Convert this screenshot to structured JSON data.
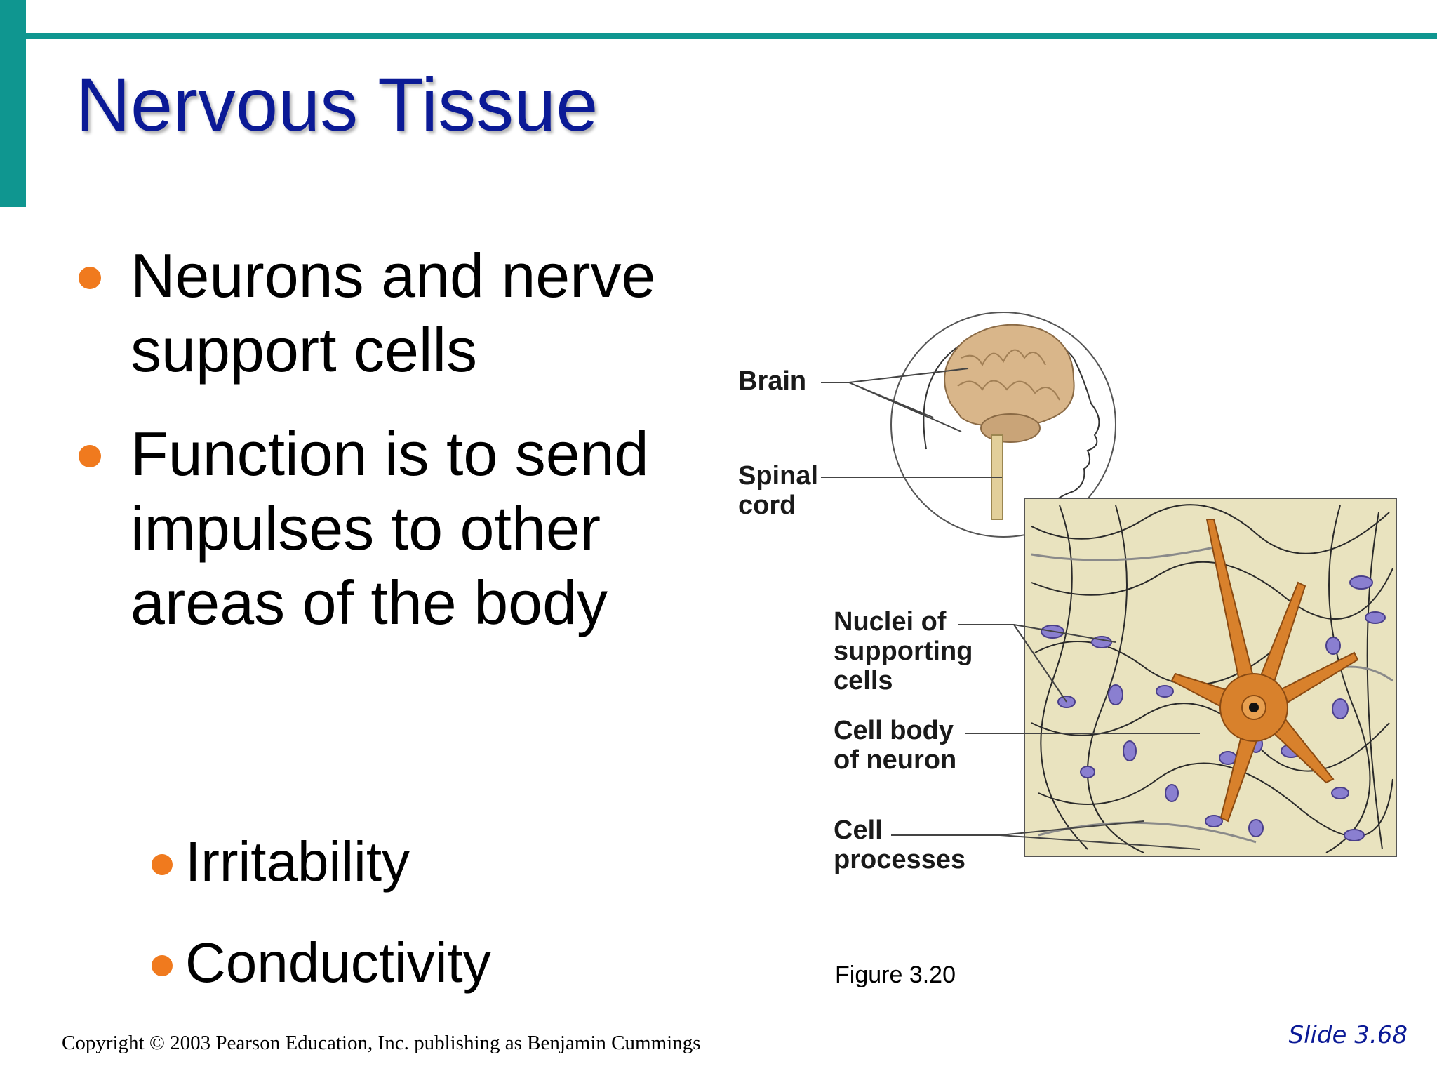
{
  "slide": {
    "title": "Nervous Tissue",
    "bullets": [
      {
        "text": "Neurons and nerve support cells",
        "level": 1
      },
      {
        "text": "Function is to send impulses to other areas of the body",
        "level": 1
      },
      {
        "text": "Irritability",
        "level": 2
      },
      {
        "text": "Conductivity",
        "level": 2
      }
    ],
    "figure_labels": {
      "brain": "Brain",
      "spinal_cord": "Spinal\ncord",
      "nuclei": "Nuclei of\nsupporting\ncells",
      "cell_body": "Cell body\nof neuron",
      "cell_processes": "Cell\nprocesses"
    },
    "figure_caption": "Figure 3.20",
    "copyright": "Copyright © 2003 Pearson Education, Inc. publishing as Benjamin Cummings",
    "slide_number": "Slide 3.68"
  },
  "colors": {
    "accent_teal": "#0f9690",
    "title_blue": "#0b1a96",
    "bullet_orange": "#f07a1e"
  }
}
